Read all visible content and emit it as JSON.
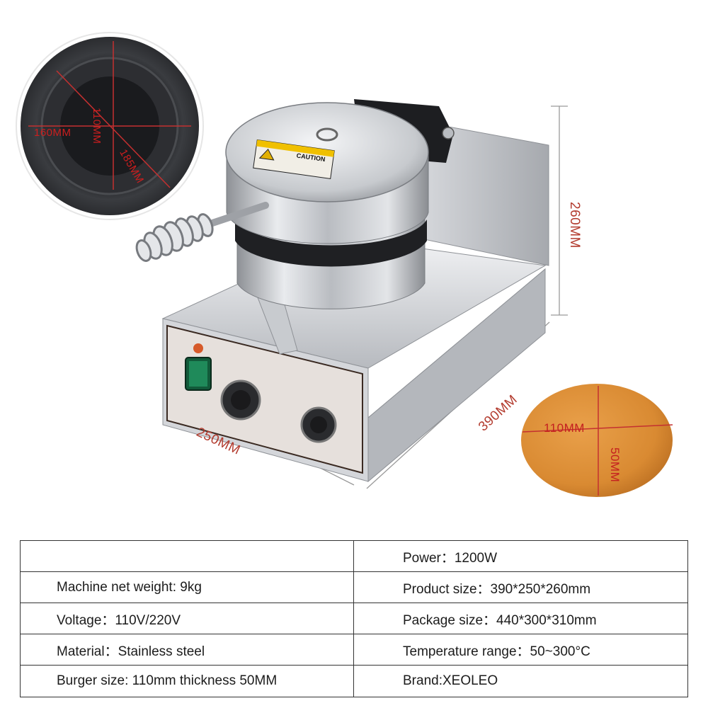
{
  "dimensions": {
    "plate_diameter_inner": "160MM",
    "plate_depth": "110MM",
    "plate_diameter_outer": "185MM",
    "height": "260MM",
    "depth": "390MM",
    "width": "250MM",
    "burger_diameter": "110MM",
    "burger_thickness": "50MM"
  },
  "caution_label": "CAUTION",
  "specs": {
    "rows": [
      {
        "left": "",
        "right": "Power：1200W"
      },
      {
        "left": "Machine net weight: 9kg",
        "right": "Product size：390*250*260mm"
      },
      {
        "left": "Voltage：110V/220V",
        "right": "Package size：440*300*310mm"
      },
      {
        "left": "Material：Stainless steel",
        "right": "Temperature range：50~300°C"
      },
      {
        "left": "Burger size: 110mm  thickness 50MM",
        "right": "Brand:XEOLEO"
      }
    ]
  }
}
